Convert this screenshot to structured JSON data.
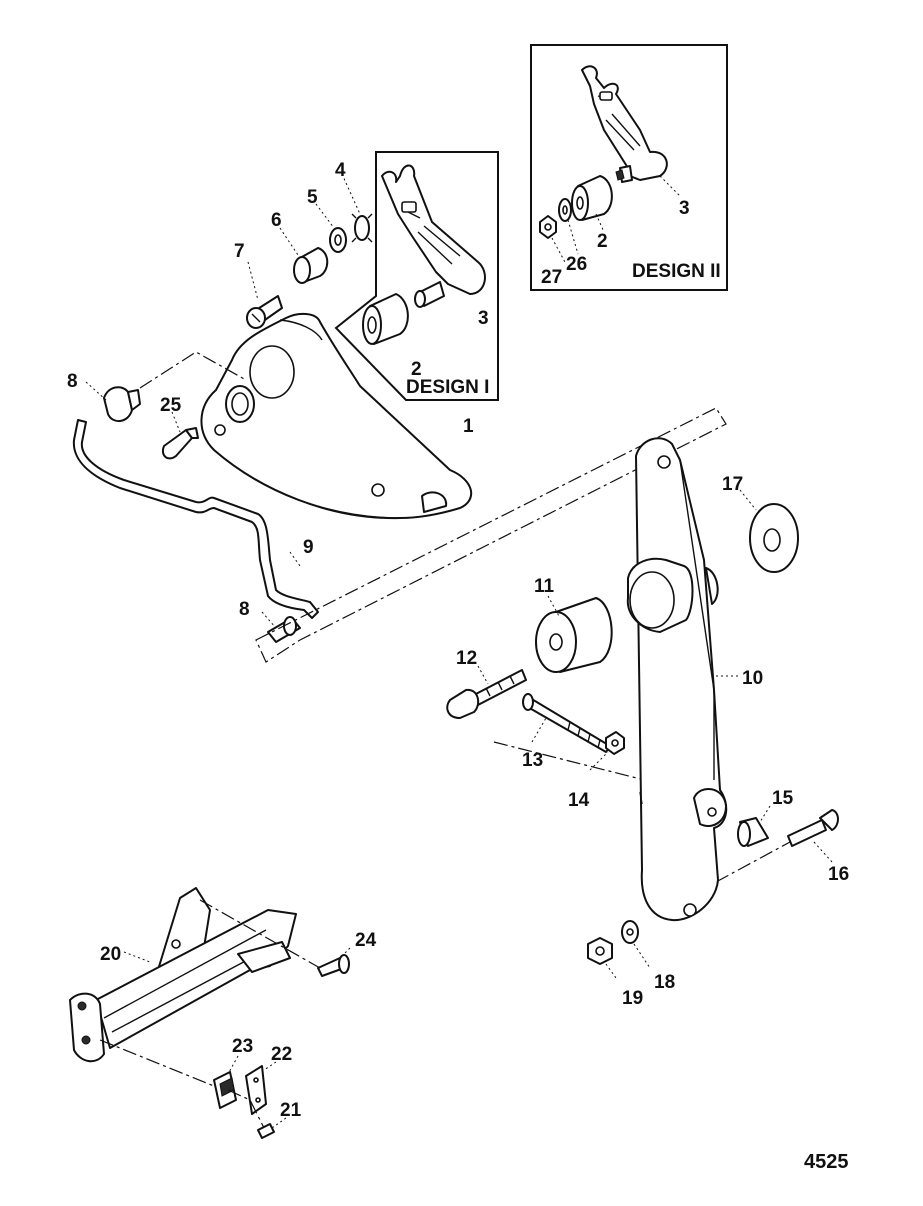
{
  "figure_number": "4525",
  "insets": {
    "design_1": {
      "label": "DESIGN I"
    },
    "design_2": {
      "label": "DESIGN II"
    }
  },
  "callouts": {
    "c1": "1",
    "c2a": "2",
    "c2b": "2",
    "c3a": "3",
    "c3b": "3",
    "c4": "4",
    "c5": "5",
    "c6": "6",
    "c7": "7",
    "c8a": "8",
    "c8b": "8",
    "c9": "9",
    "c10": "10",
    "c11": "11",
    "c12": "12",
    "c13": "13",
    "c14": "14",
    "c15": "15",
    "c16": "16",
    "c17": "17",
    "c18": "18",
    "c19": "19",
    "c20": "20",
    "c21": "21",
    "c22": "22",
    "c23": "23",
    "c24": "24",
    "c25": "25",
    "c26": "26",
    "c27": "27"
  }
}
